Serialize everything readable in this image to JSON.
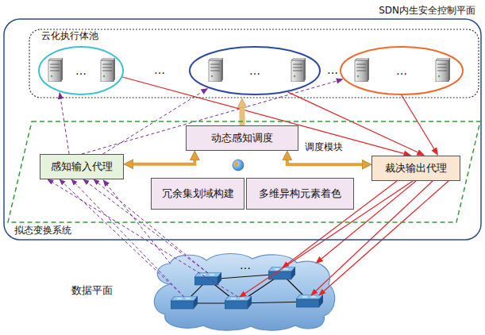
{
  "diagram": {
    "nodes": [
      {
        "text": [
          "SDN内生安全控制平面"
        ]
      },
      {
        "text": [
          "云化执行体池"
        ],
        "in": 0
      },
      {
        "text": [
          "…"
        ],
        "in": 1
      },
      {
        "text": [
          "…"
        ],
        "in": 1
      },
      {
        "text": [
          "…"
        ],
        "in": 1
      },
      {
        "text": [
          "拟态变换系统"
        ],
        "in": 0
      },
      {
        "text": [
          "感知输入代理"
        ],
        "in": 5
      },
      {
        "text": [
          "动态感知调度"
        ],
        "in": 5
      },
      {
        "text": [
          "冗余集划域构建"
        ],
        "in": 5
      },
      {
        "text": [
          "多维异构元素着色"
        ],
        "in": 5
      },
      {
        "text": [
          "裁决输出代理"
        ],
        "in": 5
      },
      {
        "text": [
          "数据平面"
        ]
      }
    ],
    "edges": [
      {
        "from": 6,
        "to": 2,
        "arrow": "to"
      },
      {
        "from": 6,
        "to": 3,
        "arrow": "to"
      },
      {
        "from": 6,
        "to": 4,
        "arrow": "to"
      },
      {
        "from": 2,
        "to": 10,
        "arrow": "to"
      },
      {
        "from": 3,
        "to": 10,
        "arrow": "to"
      },
      {
        "from": 4,
        "to": 10,
        "arrow": "to"
      },
      {
        "from": 7,
        "to": 1,
        "arrow": "to"
      },
      {
        "from": 6,
        "to": 7,
        "arrow": "both"
      },
      {
        "from": 7,
        "to": 10,
        "arrow": "both"
      },
      {
        "from": 11,
        "to": 6,
        "arrow": "to"
      },
      {
        "from": 10,
        "to": 11,
        "arrow": "to"
      }
    ],
    "labels": [
      "调度模块",
      "…",
      "…",
      "…"
    ]
  }
}
